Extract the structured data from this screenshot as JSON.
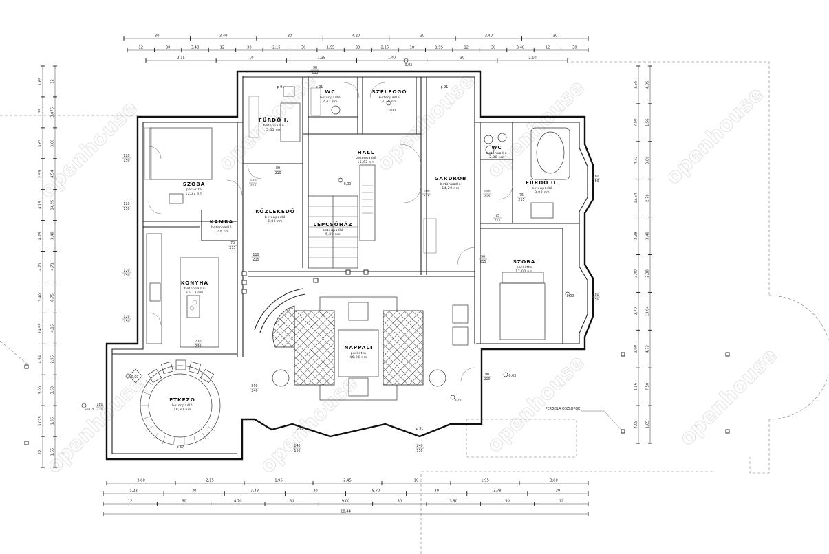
{
  "watermark": "openhouse",
  "rooms": {
    "szoba1": {
      "name": "SZOBA",
      "floor": "parketta",
      "area": "12,37 nm"
    },
    "furdo1": {
      "name": "FÜRDŐ I.",
      "floor": "betonpadló",
      "area": "5,45 nm"
    },
    "wc1": {
      "name": "WC",
      "floor": "betonpadló",
      "area": "2,42 nm"
    },
    "szelfogo": {
      "name": "SZÉLFOGÓ",
      "floor": "betonpadló",
      "area": "4,30 nm"
    },
    "hall": {
      "name": "HALL",
      "floor": "betonpadló",
      "area": "15,92 nm"
    },
    "gardrob": {
      "name": "GARDRÓB",
      "floor": "betonpadló",
      "area": "14,20 nm"
    },
    "wc2": {
      "name": "WC",
      "floor": "betonpadló",
      "area": "2,00 nm"
    },
    "furdo2": {
      "name": "FÜRDŐ II.",
      "floor": "betonpadló",
      "area": "8,00 nm"
    },
    "kozlekedo": {
      "name": "KÖZLEKEDŐ",
      "floor": "betonpadló",
      "area": "6,82 nm"
    },
    "kamra": {
      "name": "KAMRA",
      "floor": "betonpadló",
      "area": "1,40 nm"
    },
    "lepcsohaz": {
      "name": "LÉPCSŐHÁZ",
      "floor": "betonpadló",
      "area": "5,80 nm"
    },
    "konyha": {
      "name": "KONYHA",
      "floor": "betonpadló",
      "area": "16,13 nm"
    },
    "szoba2": {
      "name": "SZOBA",
      "floor": "parketta",
      "area": "17,00 nm"
    },
    "nappali": {
      "name": "NAPPALI",
      "floor": "parketta",
      "area": "46,96 nm"
    },
    "etkezo": {
      "name": "ÉTKEZŐ",
      "floor": "betonpadló",
      "area": "18,80 nm"
    }
  },
  "annotations": {
    "pergola": "PERGOLA OSZLOPOK",
    "level_0": "0,00",
    "level_minus": "-0,03",
    "p91": "p 91",
    "p67": "p 67"
  },
  "dims_top_row1": [
    "30",
    "3,40",
    "30",
    "4,20",
    "30",
    "3,40",
    "30"
  ],
  "dims_top_row2": [
    "12",
    "30",
    "3,48",
    "12",
    "30",
    "2,15",
    "30",
    "1,95",
    "30",
    "2,15",
    "10",
    "1,95",
    "12",
    "30",
    "3,48",
    "12",
    "30"
  ],
  "dims_top_row3": [
    "2,15",
    "10",
    "1,35",
    "1,40",
    "30",
    "2,10"
  ],
  "dims_bottom_row1": [
    "3,60",
    "2,15",
    "1,95",
    "2,45",
    "10",
    "1,95",
    "3,60"
  ],
  "dims_bottom_row2": [
    "1,22",
    "30",
    "3,48",
    "30",
    "8,70",
    "30",
    "3,78",
    "30"
  ],
  "dims_bottom_row3": [
    "12",
    "30",
    "4,70",
    "30",
    "9,00",
    "30",
    "3,90",
    "30",
    "12"
  ],
  "dims_bottom_total": "18,44",
  "dims_left": [
    "1,65",
    "1,35",
    "3,63",
    "2,95",
    "4,15",
    "8,75",
    "4,71",
    "3,40",
    "14,95",
    "4,54",
    "3,00",
    "3,075",
    "12"
  ],
  "dims_right": [
    "1,65",
    "7,50",
    "4,72",
    "13,64",
    "2,38",
    "3,40",
    "2,70",
    "3,00",
    "1,56",
    "4,05"
  ],
  "door_labels": [
    "120/150",
    "120/150",
    "120/150",
    "120/150",
    "110/215",
    "100/215",
    "100/215",
    "90/215",
    "110/215",
    "90/210",
    "200/240",
    "180/210",
    "180/150",
    "180/150",
    "80/210",
    "70/215",
    "75/215",
    "270/240",
    "90/215",
    "75/215",
    "240/150",
    "240/150"
  ]
}
